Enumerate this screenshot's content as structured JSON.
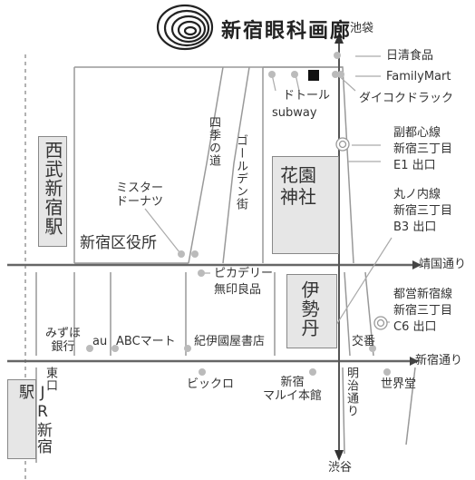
{
  "brand": {
    "name": "新宿眼科画廊"
  },
  "roads": {
    "yasukuni": "靖国通り",
    "shinjuku": "新宿通り",
    "meiji": "明治通り",
    "shikinomichi": "四季の道",
    "goldengai": "ゴールデン街",
    "ikebukuro": "池袋",
    "shibuya": "渋谷"
  },
  "stations": {
    "seibu": "西武新宿駅",
    "jr": "JR新宿駅",
    "jr_east_exit": "東口",
    "fukutoshin": [
      "副都心線",
      "新宿三丁目",
      "E1 出口"
    ],
    "marunouchi": [
      "丸ノ内線",
      "新宿三丁目",
      "B3 出口"
    ],
    "toei": [
      "都営新宿線",
      "新宿三丁目",
      "C6 出口"
    ]
  },
  "landmarks": {
    "nisshin": "日清食品",
    "familymart": "FamilyMart",
    "doutor": "ドトール",
    "subway": "subway",
    "daikoku": "ダイコクドラック",
    "misterdonut": [
      "ミスター",
      "ドーナツ"
    ],
    "kuyakusho": "新宿区役所",
    "hanazono": "花園神社",
    "piccadilly": "ピカデリー",
    "muji": "無印良品",
    "isetan": "伊勢丹",
    "mizuho": [
      "みずほ",
      "銀行"
    ],
    "au": "au",
    "abc": "ABCマート",
    "kinokuniya": "紀伊國屋書店",
    "koban": "交番",
    "bic": "ビックロ",
    "marui": [
      "新宿",
      "マルイ本館"
    ],
    "sekaido": "世界堂"
  }
}
